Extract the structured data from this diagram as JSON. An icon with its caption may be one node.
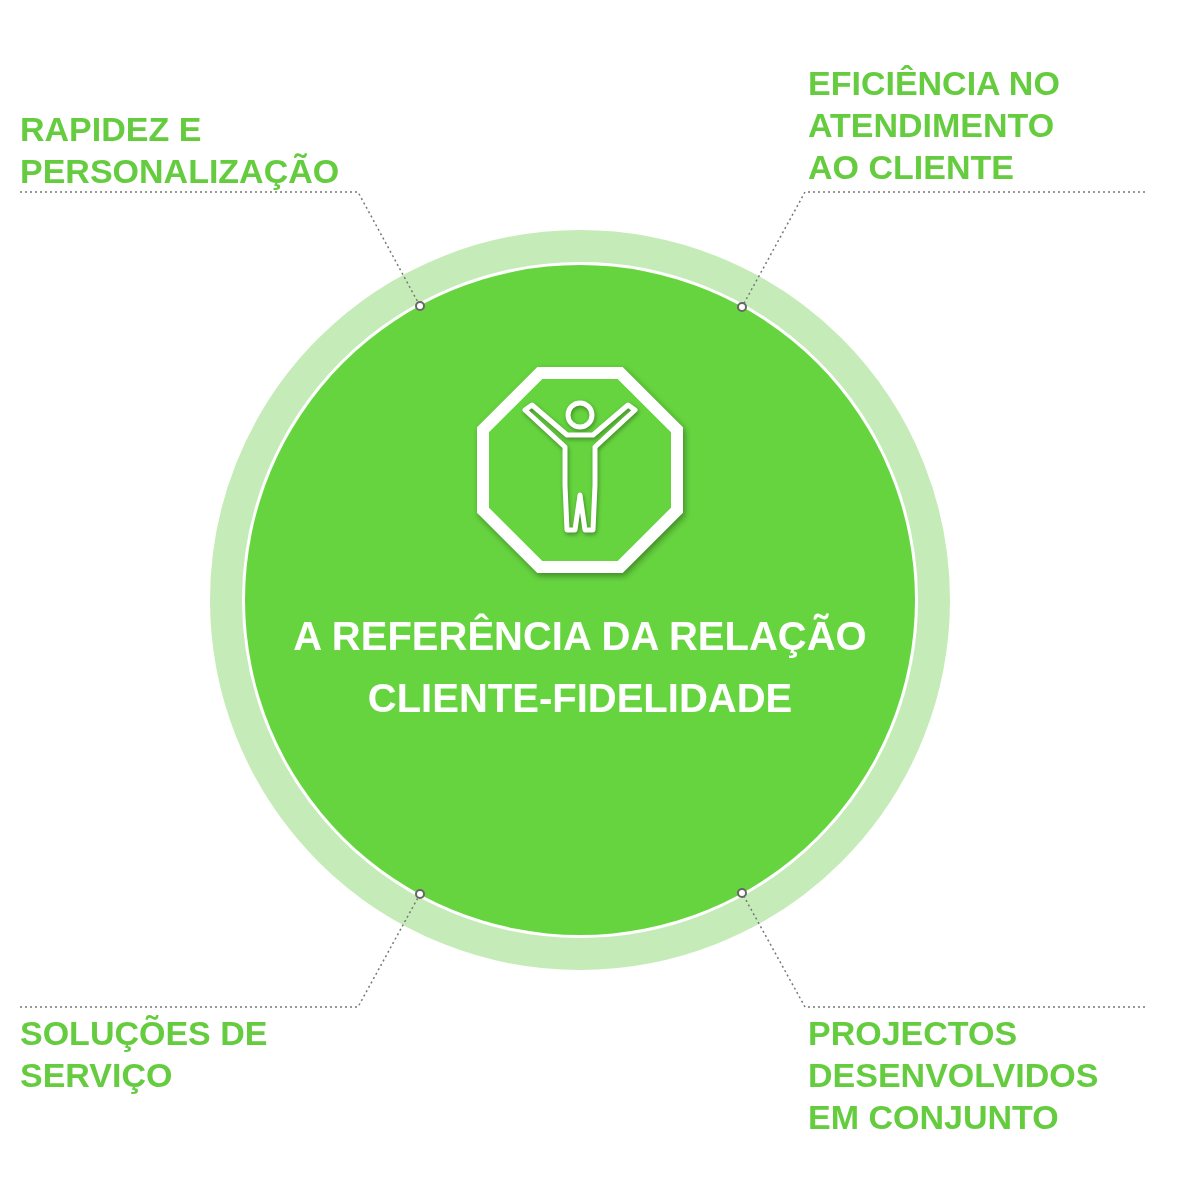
{
  "diagram": {
    "nodes": [
      {
        "text": [
          "A REFERÊNCIA DA RELAÇÃO CLIENTE-FIDELIDADE"
        ]
      },
      {
        "text": [
          "RAPIDEZ E PERSONALIZAÇÃO"
        ]
      },
      {
        "text": [
          "EFICIÊNCIA NO ATENDIMENTO AO CLIENTE"
        ]
      },
      {
        "text": [
          "SOLUÇÕES DE SERVIÇO"
        ]
      },
      {
        "text": [
          "PROJECTOS DESENVOLVIDOS EM CONJUNTO"
        ]
      }
    ],
    "edges": [
      {
        "from": 1,
        "to": 0,
        "arrow": "other",
        "style": "dashed"
      },
      {
        "from": 2,
        "to": 0,
        "arrow": "other",
        "style": "dashed"
      },
      {
        "from": 3,
        "to": 0,
        "arrow": "other",
        "style": "dashed"
      },
      {
        "from": 4,
        "to": 0,
        "arrow": "other",
        "style": "dashed"
      }
    ]
  }
}
